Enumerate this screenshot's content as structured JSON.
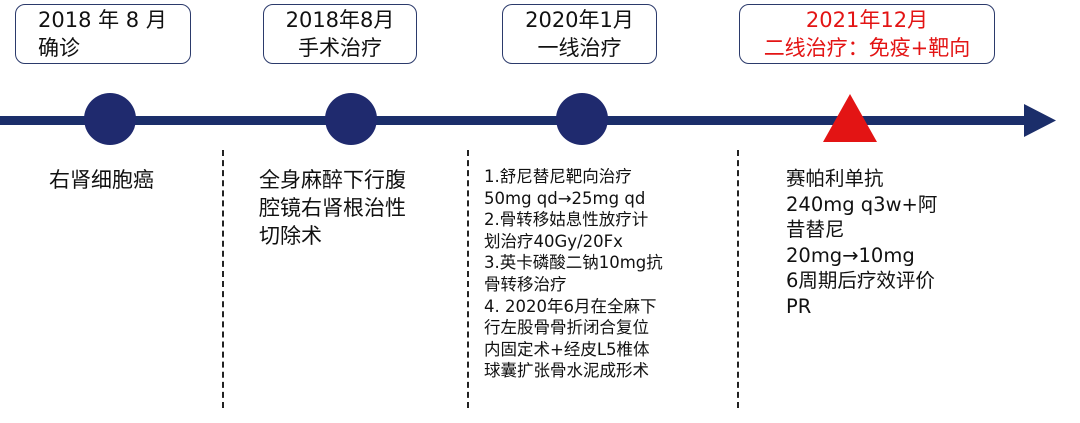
{
  "colors": {
    "timeline": "#1b2e6a",
    "node": "#1f2a6e",
    "highlight": "#e31414",
    "box_border": "#2b3a6b"
  },
  "milestones": [
    {
      "date": "2018 年 8 月",
      "label": "确诊",
      "marker": "circle",
      "details": [
        "右肾细胞癌"
      ]
    },
    {
      "date": "2018年8月",
      "label": "手术治疗",
      "marker": "circle",
      "details": [
        "全身麻醉下行腹",
        "腔镜右肾根治性",
        "切除术"
      ]
    },
    {
      "date": "2020年1月",
      "label": "一线治疗",
      "marker": "circle",
      "details": [
        "1.舒尼替尼靶向治疗",
        "50mg qd→25mg qd",
        "2.骨转移姑息性放疗计",
        "划治疗40Gy/20Fx",
        "3.英卡磷酸二钠10mg抗",
        "骨转移治疗",
        "4. 2020年6月在全麻下",
        "行左股骨骨折闭合复位",
        "内固定术+经皮L5椎体",
        "球囊扩张骨水泥成形术"
      ]
    },
    {
      "date": "2021年12月",
      "label": "二线治疗：免疫+靶向",
      "marker": "triangle",
      "details": [
        "赛帕利单抗",
        "240mg q3w+阿",
        "昔替尼",
        "20mg→10mg",
        "6周期后疗效评价",
        "PR"
      ]
    }
  ]
}
